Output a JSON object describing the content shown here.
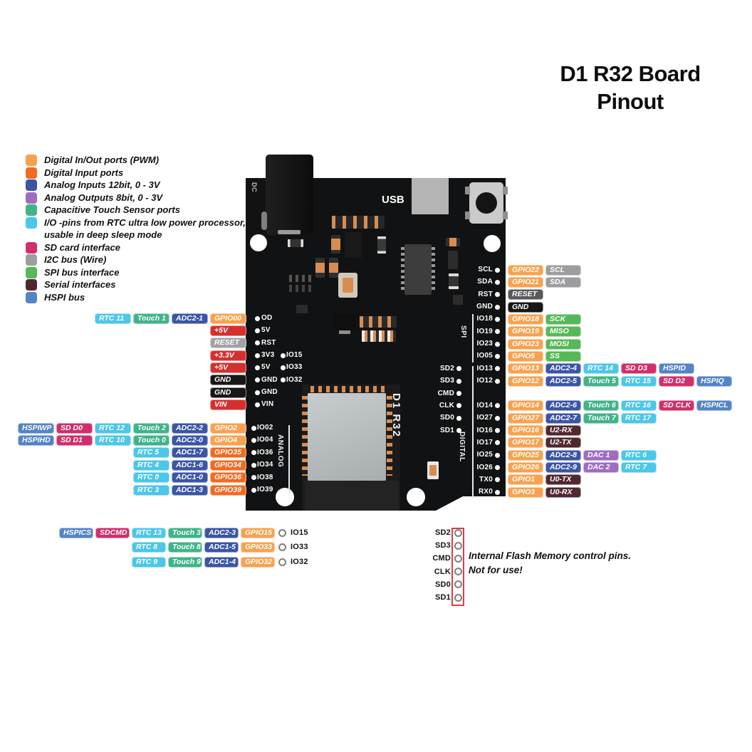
{
  "title": {
    "line1": "D1 R32 Board",
    "line2": "Pinout"
  },
  "colors": {
    "pwm": "#F9A14E",
    "input": "#F26A21",
    "adc": "#3B55A5",
    "dac": "#9F6CC0",
    "touch": "#41B389",
    "rtc": "#4CC6E9",
    "sd": "#D02F6B",
    "i2c": "#9D9DA0",
    "spi": "#56B857",
    "serial": "#512830",
    "hspi": "#5384C6",
    "power": "#D62F2F",
    "gnd": "#171717",
    "reset_left": "#A2A2A4",
    "reset_right": "#59595B",
    "flash_box_border": "#E23C3C"
  },
  "legend": [
    {
      "type": "pwm",
      "label": "Digital In/Out ports (PWM)"
    },
    {
      "type": "input",
      "label": "Digital Input ports"
    },
    {
      "type": "adc",
      "label": "Analog Inputs 12bit, 0 - 3V"
    },
    {
      "type": "dac",
      "label": "Analog Outputs 8bit, 0 - 3V"
    },
    {
      "type": "touch",
      "label": "Capacitive Touch Sensor ports"
    },
    {
      "type": "rtc",
      "label": "I/O -pins from RTC ultra low power processor,",
      "label2": "usable in deep sleep mode"
    },
    {
      "type": "sd",
      "label": "SD card interface"
    },
    {
      "type": "i2c",
      "label": "I2C bus (Wire)"
    },
    {
      "type": "spi",
      "label": "SPI bus interface"
    },
    {
      "type": "serial",
      "label": "Serial interfaces"
    },
    {
      "type": "hspi",
      "label": "HSPI bus"
    }
  ],
  "board": {
    "usb_label": "USB",
    "dc_label": "DC",
    "module_label": "D1 R32",
    "section_spi": "SPI",
    "section_digital": "DIGITAL",
    "section_analog": "ANALOG"
  },
  "left_top_rows": [
    {
      "pin": "OD",
      "badges": [
        [
          "rtc",
          "RTC 11"
        ],
        [
          "touch",
          "Touch 1"
        ],
        [
          "adc",
          "ADC2-1"
        ],
        [
          "pwm",
          "GPIO00"
        ]
      ]
    },
    {
      "pin": "5V",
      "badges": [
        [
          "power",
          "+5V"
        ]
      ]
    },
    {
      "pin": "RST",
      "badges": [
        [
          "reset_left",
          "RESET"
        ]
      ]
    },
    {
      "pin": "3V3",
      "inner": "IO15",
      "badges": [
        [
          "power",
          "+3.3V"
        ]
      ]
    },
    {
      "pin": "5V",
      "inner": "IO33",
      "badges": [
        [
          "power",
          "+5V"
        ]
      ]
    },
    {
      "pin": "GND",
      "inner": "IO32",
      "badges": [
        [
          "gnd",
          "GND"
        ]
      ]
    },
    {
      "pin": "GND",
      "badges": [
        [
          "gnd",
          "GND"
        ]
      ]
    },
    {
      "pin": "VIN",
      "badges": [
        [
          "power",
          "VIN"
        ]
      ]
    }
  ],
  "left_bottom_rows": [
    {
      "pin": "IO02",
      "badges": [
        [
          "hspi",
          "HSPIWP"
        ],
        [
          "sd",
          "SD D0"
        ],
        [
          "rtc",
          "RTC 12"
        ],
        [
          "touch",
          "Touch 2"
        ],
        [
          "adc",
          "ADC2-2"
        ],
        [
          "pwm",
          "GPIO2"
        ]
      ]
    },
    {
      "pin": "IO04",
      "badges": [
        [
          "hspi",
          "HSPIHD"
        ],
        [
          "sd",
          "SD D1"
        ],
        [
          "rtc",
          "RTC 10"
        ],
        [
          "touch",
          "Touch 0"
        ],
        [
          "adc",
          "ADC2-0"
        ],
        [
          "pwm",
          "GPIO4"
        ]
      ]
    },
    {
      "pin": "IO36",
      "badges": [
        [
          "rtc",
          "RTC 5"
        ],
        [
          "adc",
          "ADC1-7"
        ],
        [
          "input",
          "GPIO35"
        ]
      ]
    },
    {
      "pin": "IO34",
      "badges": [
        [
          "rtc",
          "RTC 4"
        ],
        [
          "adc",
          "ADC1-6"
        ],
        [
          "input",
          "GPIO34"
        ]
      ]
    },
    {
      "pin": "IO38",
      "badges": [
        [
          "rtc",
          "RTC 0"
        ],
        [
          "adc",
          "ADC1-0"
        ],
        [
          "input",
          "GPIO36"
        ]
      ]
    },
    {
      "pin": "IO39",
      "badges": [
        [
          "rtc",
          "RTC 3"
        ],
        [
          "adc",
          "ADC1-3"
        ],
        [
          "input",
          "GPIO39"
        ]
      ]
    }
  ],
  "right_rows": [
    {
      "pin": "SCL",
      "badges": [
        [
          "pwm",
          "GPIO22"
        ],
        [
          "i2c",
          "SCL"
        ]
      ]
    },
    {
      "pin": "SDA",
      "badges": [
        [
          "pwm",
          "GPIO21"
        ],
        [
          "i2c",
          "SDA"
        ]
      ]
    },
    {
      "pin": "RST",
      "badges": [
        [
          "reset_right",
          "RESET"
        ]
      ]
    },
    {
      "pin": "GND",
      "badges": [
        [
          "gnd",
          "GND"
        ]
      ]
    },
    {
      "pin": "IO18",
      "badges": [
        [
          "pwm",
          "GPIO18"
        ],
        [
          "spi",
          "SCK"
        ]
      ]
    },
    {
      "pin": "IO19",
      "badges": [
        [
          "pwm",
          "GPIO19"
        ],
        [
          "spi",
          "MISO"
        ]
      ]
    },
    {
      "pin": "IO23",
      "badges": [
        [
          "pwm",
          "GPIO23"
        ],
        [
          "spi",
          "MOSI"
        ]
      ]
    },
    {
      "pin": "IO05",
      "badges": [
        [
          "pwm",
          "GPIO5"
        ],
        [
          "spi",
          "SS"
        ]
      ]
    },
    {
      "pin": "IO13",
      "inner": "SD2",
      "badges": [
        [
          "pwm",
          "GPIO13"
        ],
        [
          "adc",
          "ADC2-4"
        ],
        [
          "rtc",
          "RTC 14"
        ],
        [
          "sd",
          "SD D3"
        ],
        [
          "hspi",
          "HSPID"
        ]
      ]
    },
    {
      "pin": "IO12",
      "inner": "SD3",
      "badges": [
        [
          "pwm",
          "GPIO12"
        ],
        [
          "adc",
          "ADC2-5"
        ],
        [
          "touch",
          "Touch 5"
        ],
        [
          "rtc",
          "RTC 15"
        ],
        [
          "sd",
          "SD D2"
        ],
        [
          "hspi",
          "HSPIQ"
        ]
      ]
    },
    {
      "pin": "",
      "inner": "CMD",
      "badges": []
    },
    {
      "pin": "IO14",
      "inner": "CLK",
      "badges": [
        [
          "pwm",
          "GPIO14"
        ],
        [
          "adc",
          "ADC2-6"
        ],
        [
          "touch",
          "Touch 6"
        ],
        [
          "rtc",
          "RTC 16"
        ],
        [
          "sd",
          "SD CLK"
        ],
        [
          "hspi",
          "HSPICL"
        ]
      ]
    },
    {
      "pin": "IO27",
      "inner": "SD0",
      "badges": [
        [
          "pwm",
          "GPIO27"
        ],
        [
          "adc",
          "ADC2-7"
        ],
        [
          "touch",
          "Touch 7"
        ],
        [
          "rtc",
          "RTC 17"
        ]
      ]
    },
    {
      "pin": "IO16",
      "inner": "SD1",
      "badges": [
        [
          "pwm",
          "GPIO16"
        ],
        [
          "serial",
          "U2-RX"
        ]
      ]
    },
    {
      "pin": "IO17",
      "badges": [
        [
          "pwm",
          "GPIO17"
        ],
        [
          "serial",
          "U2-TX"
        ]
      ]
    },
    {
      "pin": "IO25",
      "badges": [
        [
          "pwm",
          "GPIO25"
        ],
        [
          "adc",
          "ADC2-8"
        ],
        [
          "dac",
          "DAC 1"
        ],
        [
          "rtc",
          "RTC 6"
        ]
      ]
    },
    {
      "pin": "IO26",
      "badges": [
        [
          "pwm",
          "GPIO26"
        ],
        [
          "adc",
          "ADC2-9"
        ],
        [
          "dac",
          "DAC 2"
        ],
        [
          "rtc",
          "RTC 7"
        ]
      ]
    },
    {
      "pin": "TX0",
      "badges": [
        [
          "pwm",
          "GPIO1"
        ],
        [
          "serial",
          "U0-TX"
        ]
      ]
    },
    {
      "pin": "RX0",
      "badges": [
        [
          "pwm",
          "GPIO3"
        ],
        [
          "serial",
          "U0-RX"
        ]
      ]
    }
  ],
  "bottom_rows": [
    {
      "pin": "IO15",
      "badges": [
        [
          "hspi",
          "HSPICS"
        ],
        [
          "sd",
          "SDCMD"
        ],
        [
          "rtc",
          "RTC 13"
        ],
        [
          "touch",
          "Touch 3"
        ],
        [
          "adc",
          "ADC2-3"
        ],
        [
          "pwm",
          "GPIO15"
        ]
      ]
    },
    {
      "pin": "IO33",
      "badges": [
        [
          "rtc",
          "RTC 8"
        ],
        [
          "touch",
          "Touch 8"
        ],
        [
          "adc",
          "ADC1-5"
        ],
        [
          "pwm",
          "GPIO33"
        ]
      ]
    },
    {
      "pin": "IO32",
      "badges": [
        [
          "rtc",
          "RTC 9"
        ],
        [
          "touch",
          "Touch 9"
        ],
        [
          "adc",
          "ADC1-4"
        ],
        [
          "pwm",
          "GPIO32"
        ]
      ]
    }
  ],
  "flash_block": {
    "pins": [
      "SD2",
      "SD3",
      "CMD",
      "CLK",
      "SD0",
      "SD1"
    ],
    "note_line1": "Internal Flash Memory control pins.",
    "note_line2": "Not for use!"
  }
}
